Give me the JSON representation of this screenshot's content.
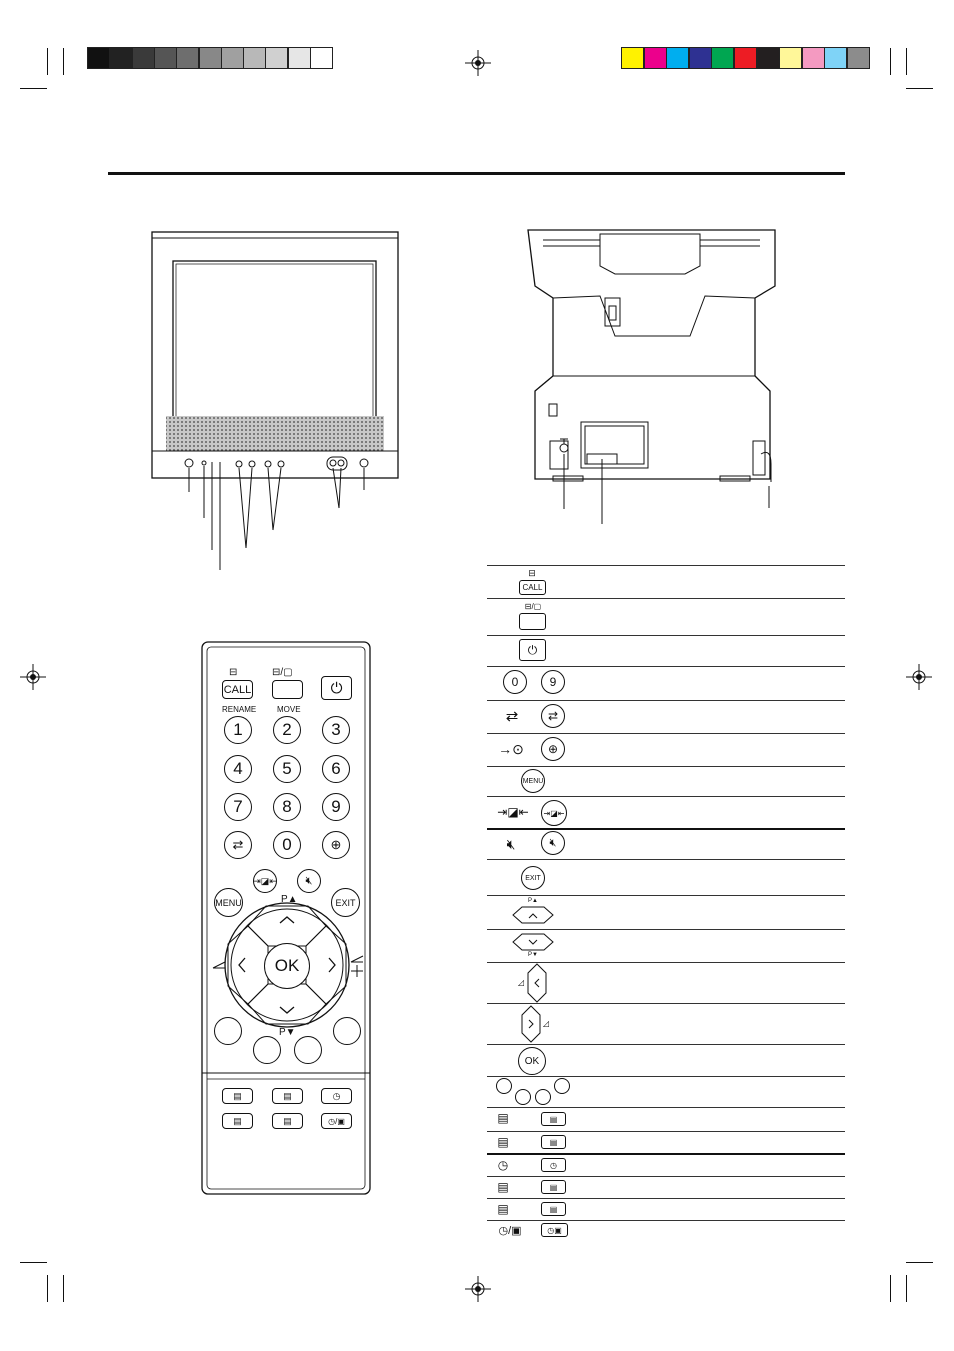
{
  "colors": {
    "grayscale": [
      "#111111",
      "#222222",
      "#3a3a3a",
      "#555555",
      "#6e6e6e",
      "#888888",
      "#a0a0a0",
      "#b8b8b8",
      "#d0d0d0",
      "#e6e6e6",
      "#ffffff"
    ],
    "process": [
      "#fff200",
      "#ec008c",
      "#00aeef",
      "#2e3192",
      "#00a651",
      "#ed1c24",
      "#231f20",
      "#fff799",
      "#f49ac1",
      "#7fd3f7",
      "#8c8c8c"
    ],
    "speaker_grille": "#7a7a7a"
  },
  "remote": {
    "call_label": "CALL",
    "rename_label": "RENAME",
    "move_label": "MOVE",
    "digits": [
      "1",
      "2",
      "3",
      "4",
      "5",
      "6",
      "7",
      "8",
      "9"
    ],
    "zero": "0",
    "menu_label": "MENU",
    "exit_label": "EXIT",
    "ok_label": "OK",
    "p_up": "P▲",
    "p_down": "P▼"
  },
  "table": {
    "call": "CALL",
    "zero": "0",
    "nine": "9",
    "menu": "MENU",
    "exit": "EXIT",
    "ok": "OK",
    "p_up": "P▲",
    "p_down": "P▼"
  }
}
